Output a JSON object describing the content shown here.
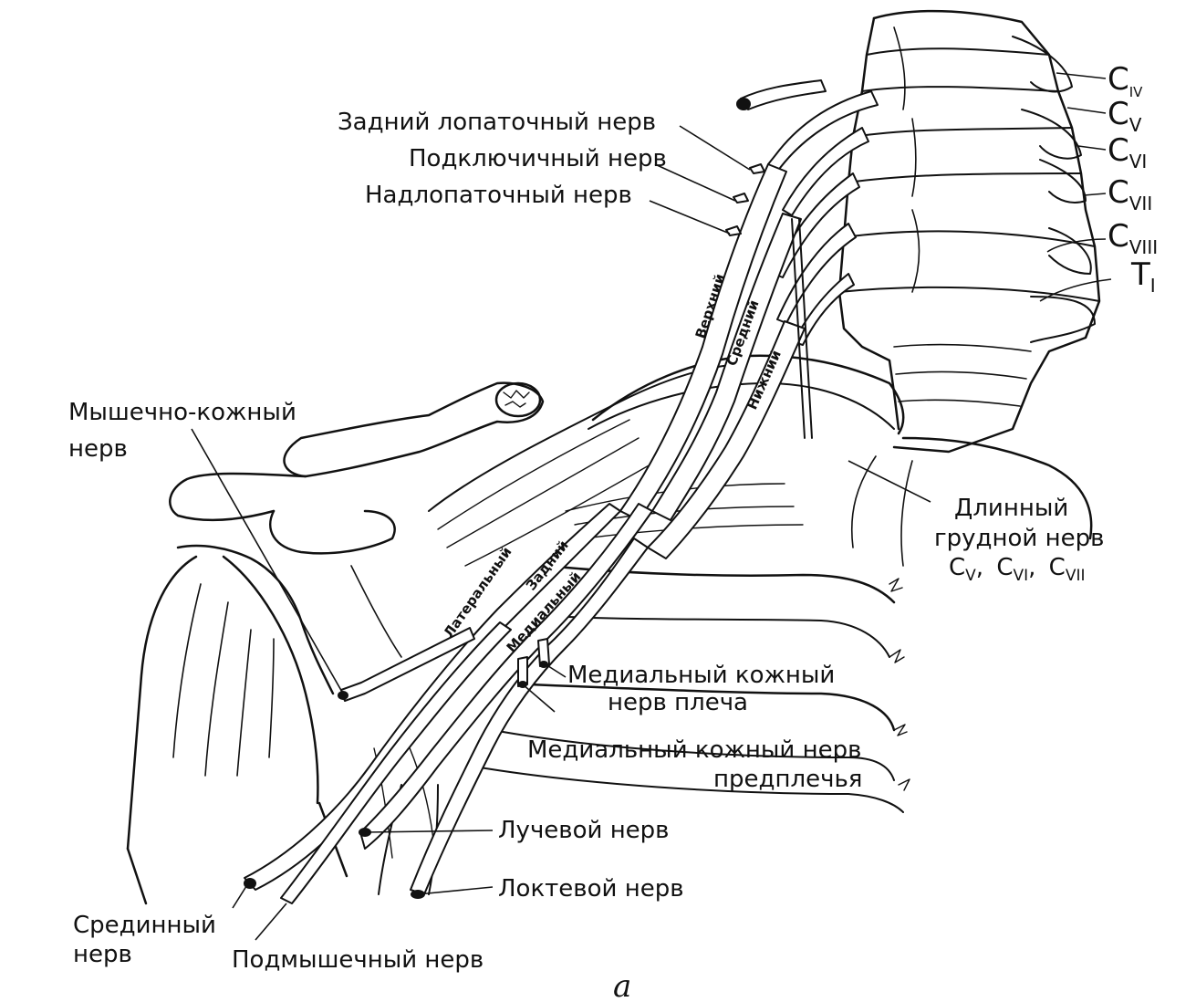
{
  "figure": {
    "caption": "а",
    "colors": {
      "ink": "#111111",
      "paper": "#ffffff"
    }
  },
  "segments": [
    {
      "id": "c4",
      "letter": "C",
      "sub": "IV"
    },
    {
      "id": "c5",
      "letter": "C",
      "sub": "V"
    },
    {
      "id": "c6",
      "letter": "C",
      "sub": "VI"
    },
    {
      "id": "c7",
      "letter": "C",
      "sub": "VII"
    },
    {
      "id": "c8",
      "letter": "C",
      "sub": "VIII"
    },
    {
      "id": "t1",
      "letter": "T",
      "sub": "I"
    }
  ],
  "trunks": {
    "upper": "Верхний",
    "middle": "Средний",
    "lower": "Нижний"
  },
  "cords": {
    "lateral": "Латеральный",
    "posterior": "Задний",
    "medial": "Медиальный"
  },
  "labels": {
    "dorsal_scapular": "Задний лопаточный нерв",
    "subclavian": "Подключичный нерв",
    "suprascapular": "Надлопаточный нерв",
    "musculocutaneous_line1": "Мышечно-кожный",
    "musculocutaneous_line2": "нерв",
    "long_thoracic_line1": "Длинный",
    "long_thoracic_line2": "грудной нерв",
    "long_thoracic_roots": [
      {
        "letter": "C",
        "sub": "V",
        "sep": ","
      },
      {
        "letter": "C",
        "sub": "VI",
        "sep": ","
      },
      {
        "letter": "C",
        "sub": "VII",
        "sep": ""
      }
    ],
    "medial_cutaneous_arm_line1": "Медиальный кожный",
    "medial_cutaneous_arm_line2": "нерв плеча",
    "medial_cutaneous_forearm_line1": "Медиальный кожный нерв",
    "medial_cutaneous_forearm_line2": "предплечья",
    "radial": "Лучевой нерв",
    "ulnar": "Локтевой нерв",
    "median_line1": "Срединный",
    "median_line2": "нерв",
    "axillary": "Подмышечный нерв"
  }
}
